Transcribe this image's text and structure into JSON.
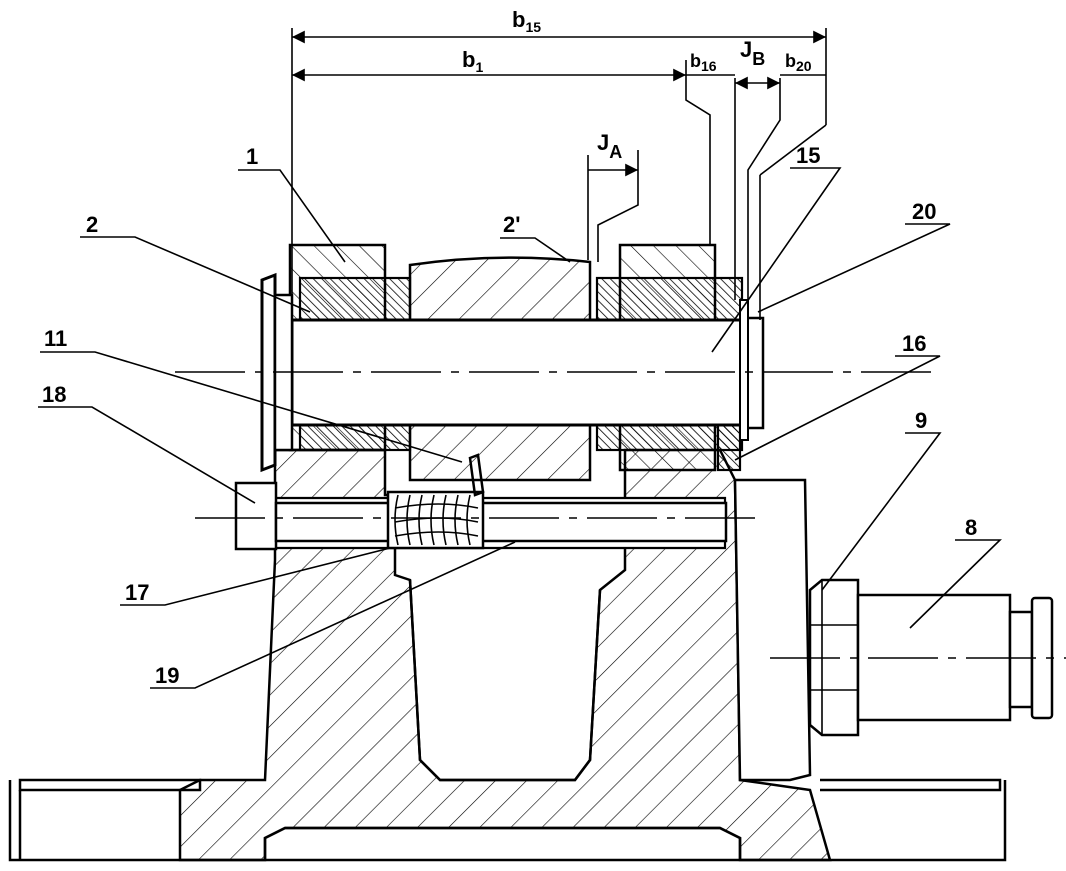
{
  "dimensions": {
    "b15": {
      "main": "b",
      "sub": "15"
    },
    "b1": {
      "main": "b",
      "sub": "1"
    },
    "b16": {
      "main": "b",
      "sub": "16"
    },
    "JB": {
      "main": "J",
      "sub": "B"
    },
    "b20": {
      "main": "b",
      "sub": "20"
    },
    "JA": {
      "main": "J",
      "sub": "A"
    }
  },
  "labels": {
    "p1": "1",
    "p2": "2",
    "p2prime": "2'",
    "p15": "15",
    "p20": "20",
    "p11": "11",
    "p16": "16",
    "p18": "18",
    "p9": "9",
    "p8": "8",
    "p17": "17",
    "p19": "19"
  },
  "colors": {
    "line": "#000000",
    "background": "#ffffff"
  }
}
